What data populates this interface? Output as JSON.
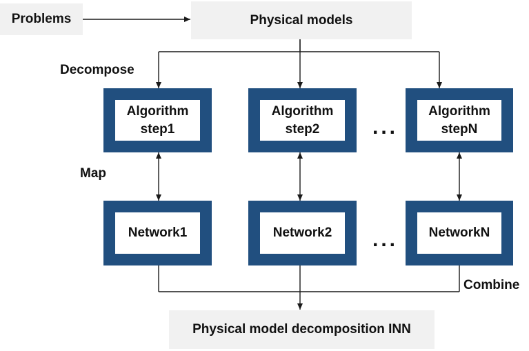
{
  "colors": {
    "box_border": "#214f7f",
    "label_bg": "#f1f1f1",
    "line": "#1a1a1a"
  },
  "problems": "Problems",
  "physical_models": "Physical models",
  "decompose": "Decompose",
  "map": "Map",
  "combine": "Combine",
  "algorithm_steps": [
    "Algorithm\nstep1",
    "Algorithm\nstep2",
    "Algorithm\nstepN"
  ],
  "networks": [
    "Network1",
    "Network2",
    "NetworkN"
  ],
  "ellipsis": "...",
  "result": "Physical model decomposition INN"
}
